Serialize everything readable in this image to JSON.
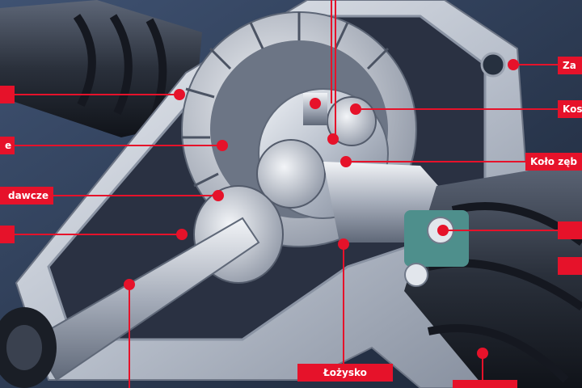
{
  "colors": {
    "label_bg": "#e6122a",
    "label_text": "#ffffff",
    "leader": "#e6122a",
    "background": "#2b3a52",
    "housing": "#c9ced8"
  },
  "labels": {
    "top_right_1": "Za",
    "right_2": "Kos",
    "right_3": "Koło zęb",
    "right_4": "",
    "right_5": "",
    "left_1": "",
    "left_2": "e",
    "left_3": "dawcze",
    "left_4": "",
    "bottom_center": "Łożysko",
    "bottom_right": ""
  }
}
